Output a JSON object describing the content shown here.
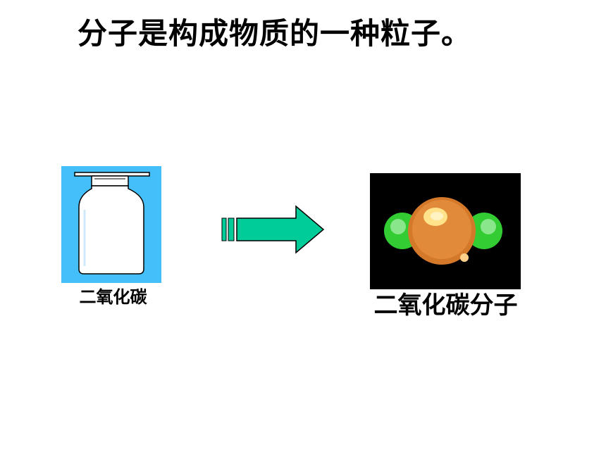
{
  "slide": {
    "title": "分子是构成物质的一种粒子。",
    "substance_label": "二氧化碳",
    "molecule_label": "二氧化碳分子"
  },
  "colors": {
    "bottle_background": "#44bff9",
    "arrow_fill": "#00cc99",
    "molecule_background": "#000000",
    "oxygen_atom": "#33cc33",
    "carbon_atom": "#d4782a"
  },
  "icons": {
    "bottle": "reagent-bottle-icon",
    "arrow": "right-arrow-icon",
    "molecule": "co2-molecule-icon"
  }
}
